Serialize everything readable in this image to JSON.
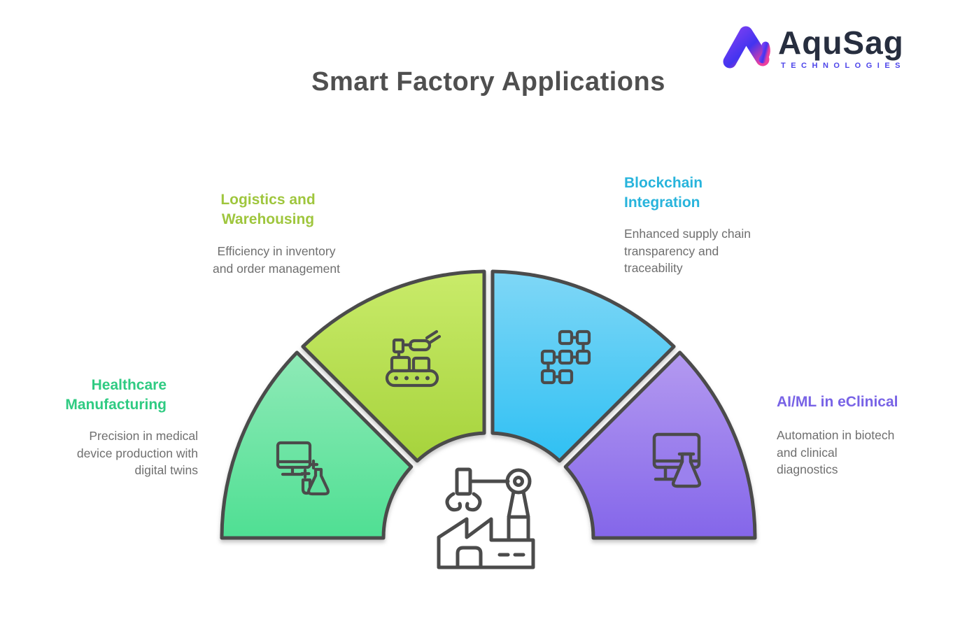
{
  "title": {
    "text": "Smart Factory Applications",
    "color": "#4f4f4f"
  },
  "logo": {
    "name": "AquSag",
    "tagline": "TECHNOLOGIES",
    "name_color": "#272e3f",
    "tagline_color": "#4d45ea",
    "mark_gradient": {
      "from": "#7b3ff2",
      "mid": "#4334f0",
      "to": "#ec3f9f"
    }
  },
  "diagram": {
    "outline_color": "#4b4b4b",
    "center_icon": "factory-robot-arm-icon",
    "segments": [
      {
        "id": "healthcare-manufacturing",
        "heading": "Healthcare\nManufacturing",
        "heading_color": "#2fcb82",
        "description": "Precision in medical\ndevice production with\ndigital twins",
        "description_color": "#6f6f6f",
        "gradient_top": "#8feab7",
        "gradient_bottom": "#4fdf93",
        "icon": "monitor-flask-icon"
      },
      {
        "id": "logistics-warehousing",
        "heading": "Logistics and\nWarehousing",
        "heading_color": "#9fc63d",
        "description": "Efficiency in inventory\nand order management",
        "description_color": "#6f6f6f",
        "gradient_top": "#c9eb6a",
        "gradient_bottom": "#a6d33c",
        "icon": "conveyor-robot-icon"
      },
      {
        "id": "blockchain-integration",
        "heading": "Blockchain\nIntegration",
        "heading_color": "#28b4dc",
        "description": "Enhanced supply chain\ntransparency and\ntraceability",
        "description_color": "#6f6f6f",
        "gradient_top": "#7fd7f6",
        "gradient_bottom": "#2fc0f3",
        "icon": "blockchain-blocks-icon"
      },
      {
        "id": "aiml-eclinical",
        "heading": "AI/ML in eClinical",
        "heading_color": "#7863e6",
        "description": "Automation in biotech\nand clinical\ndiagnostics",
        "description_color": "#6f6f6f",
        "gradient_top": "#b49af0",
        "gradient_bottom": "#8466ea",
        "icon": "monitor-flask-icon"
      }
    ]
  }
}
